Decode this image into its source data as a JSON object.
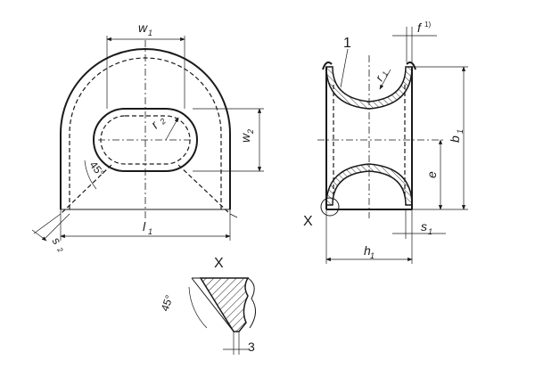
{
  "labels": {
    "w1": "w",
    "w1_sub": "1",
    "w2": "w",
    "w2_sub": "2",
    "r2": "r",
    "r2_sub": "2",
    "angle_top": "45°",
    "l1": "l",
    "l1_sub": "1",
    "s2": "s",
    "s2_sub": "2",
    "f": "f",
    "f_sup": "1)",
    "item1": "1",
    "r1": "r",
    "r1_sub": "1",
    "b1": "b",
    "b1_sub": "1",
    "e": "e",
    "detail_mark": "X",
    "s1": "s",
    "s1_sub": "1",
    "h1": "h",
    "h1_sub": "1",
    "detail_title": "X",
    "angle_detail": "45°",
    "gap": "3"
  }
}
